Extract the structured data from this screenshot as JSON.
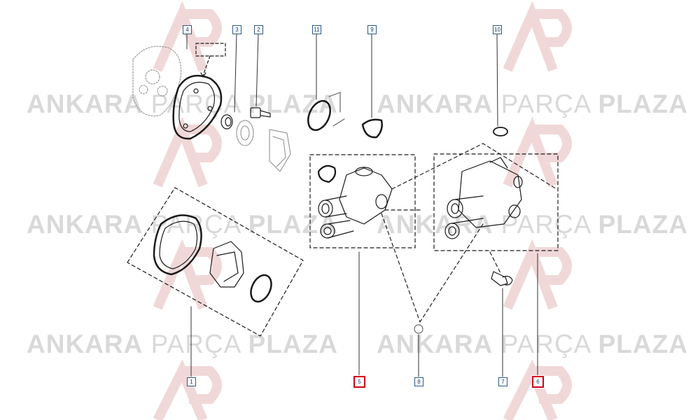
{
  "watermark": {
    "brand_bold_left": "ANKARA",
    "brand_light": "PARÇA",
    "brand_bold_right": "PLAZA",
    "color": "#d9d9d9",
    "logo_color": "#e8c4c4"
  },
  "callouts": {
    "c1": "1",
    "c2": "2",
    "c3": "3",
    "c4": "4",
    "c5": "5",
    "c6": "6",
    "c7": "7",
    "c8": "8",
    "c9": "9",
    "c10": "10",
    "c11": "11"
  },
  "highlight_color": "#d0021b",
  "callout_border_color": "#2a5a8a"
}
